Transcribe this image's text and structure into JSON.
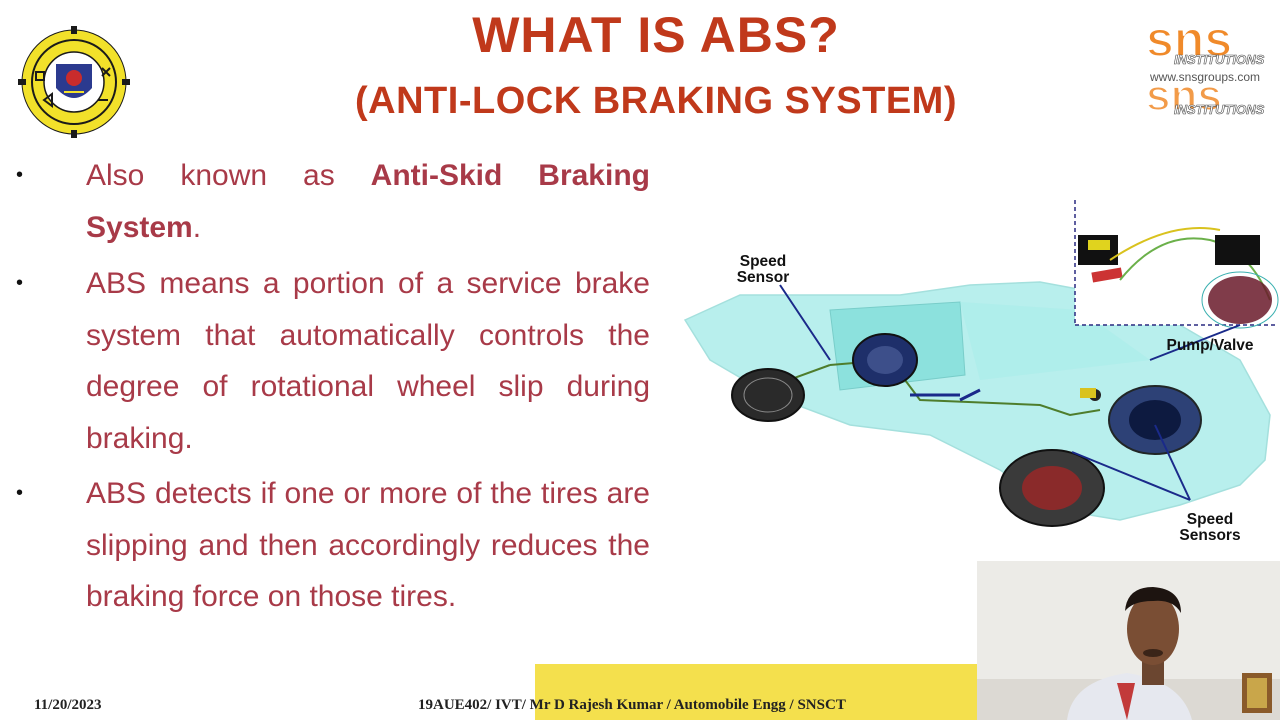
{
  "slide": {
    "title_line1": "WHAT IS ABS?",
    "title_line2": "(ANTI-LOCK BRAKING SYSTEM)",
    "bullets": [
      {
        "before": "Also known as ",
        "bold": "Anti-Skid Braking System",
        "after": "."
      },
      {
        "text": "ABS means a portion of a service brake system that automatically controls the degree of rotational wheel slip during braking."
      },
      {
        "text": "ABS detects if one or more of the tires are slipping and then accordingly reduces the braking force on those tires."
      }
    ],
    "diagram_labels": {
      "speed_sensor": "Speed Sensor",
      "pump_valve": "Pump/Valve",
      "speed_sensors": "Speed Sensors"
    },
    "logo": {
      "brand": "sns",
      "line1": "INSTITUTIONS",
      "line2": "www.snsgroups.com"
    },
    "footer": {
      "date": "11/20/2023",
      "course": "19AUE402/ IVT/ Mr D Rajesh Kumar / Automobile Engg / SNSCT"
    }
  },
  "colors": {
    "title": "#c0391b",
    "body_text": "#a83a48",
    "footer_band": "#f4e04d",
    "car_body": "#7fe3df"
  }
}
